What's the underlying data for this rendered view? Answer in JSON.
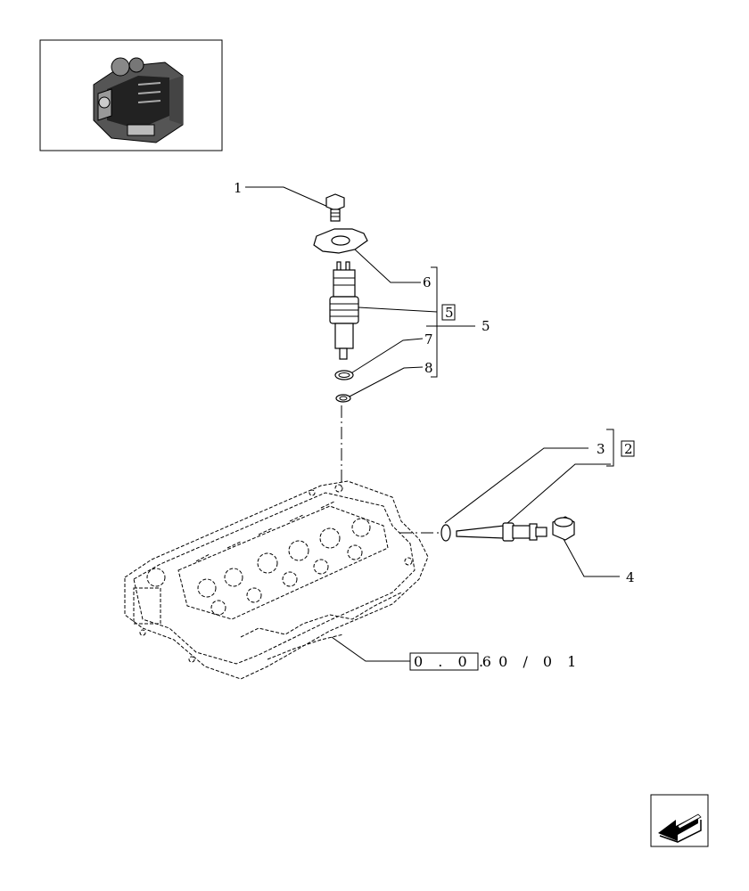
{
  "labels": {
    "p1": "1",
    "p3": "3",
    "p4": "4",
    "p5": "5",
    "p6": "6",
    "p7": "7",
    "p8": "8",
    "box5": "5",
    "box2": "2"
  },
  "reference": {
    "boxed": "0 . 0 6",
    "suffix": ". 0 / 0 1"
  },
  "icons": {
    "thumbnail": "engine-thumbnail-icon",
    "nav": "next-page-arrow-icon"
  }
}
